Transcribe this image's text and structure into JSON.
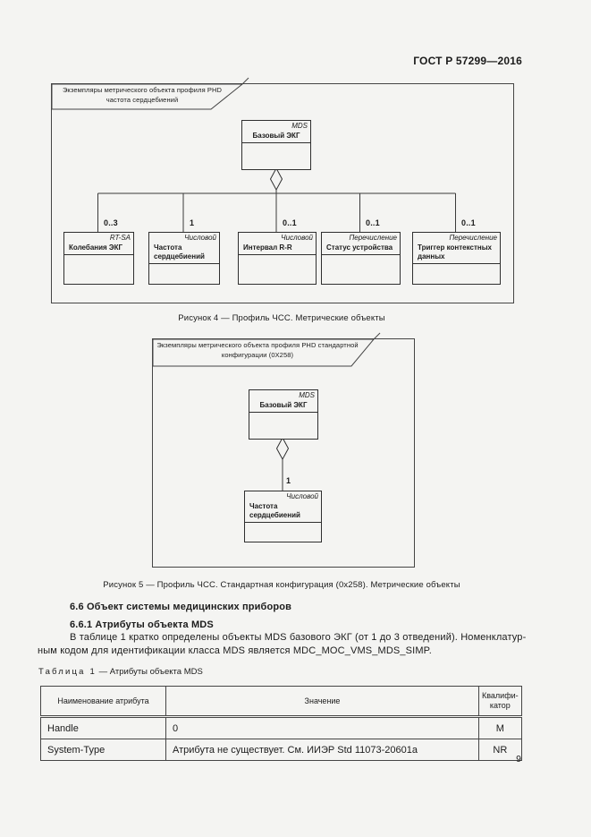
{
  "page": {
    "header": "ГОСТ Р 57299—2016",
    "page_number": "9"
  },
  "figure4": {
    "frame_label_line1": "Экземпляры метрического объекта профиля PHD",
    "frame_label_line2": "частота сердцебиений",
    "parent": {
      "stereotype": "MDS",
      "name": "Базовый ЭКГ"
    },
    "children": [
      {
        "multiplicity": "0..3",
        "stereotype": "RT-SA",
        "name": "Колебания ЭКГ"
      },
      {
        "multiplicity": "1",
        "stereotype": "Числовой",
        "name": "Частота сердцебиений"
      },
      {
        "multiplicity": "0..1",
        "stereotype": "Числовой",
        "name": "Интервал R-R"
      },
      {
        "multiplicity": "0..1",
        "stereotype": "Перечисление",
        "name": "Статус устройства"
      },
      {
        "multiplicity": "0..1",
        "stereotype": "Перечисление",
        "name": "Триггер контекстных данных"
      }
    ],
    "caption": "Рисунок 4 — Профиль ЧСС. Метрические объекты"
  },
  "figure5": {
    "frame_label_line1": "Экземпляры метрического объекта профиля PHD стандартной",
    "frame_label_line2": "конфигурации  (0X258)",
    "parent": {
      "stereotype": "MDS",
      "name": "Базовый ЭКГ"
    },
    "child": {
      "multiplicity": "1",
      "stereotype": "Числовой",
      "name": "Частота сердцебиений"
    },
    "caption": "Рисунок 5 — Профиль ЧСС. Стандартная конфигурация (0x258). Метрические объекты"
  },
  "section": {
    "heading": "6.6 Объект системы медицинских приборов",
    "subheading": "6.6.1 Атрибуты объекта MDS",
    "paragraph_line1": "В таблице 1 кратко определены объекты MDS базового ЭКГ (от 1 до 3 отведений). Номенклатур-",
    "paragraph_line2": "ным кодом для идентификации класса MDS является MDC_MOC_VMS_MDS_SIMP."
  },
  "table1": {
    "title_label": "Таблица 1",
    "title_rest": "— Атрибуты объекта MDS",
    "columns": [
      "Наименование атрибута",
      "Значение",
      "Квалифи-катор"
    ],
    "rows": [
      [
        "Handle",
        "0",
        "M"
      ],
      [
        "System-Type",
        "Атрибута не существует. См. ИИЭР Std 11073-20601a",
        "NR"
      ]
    ]
  }
}
